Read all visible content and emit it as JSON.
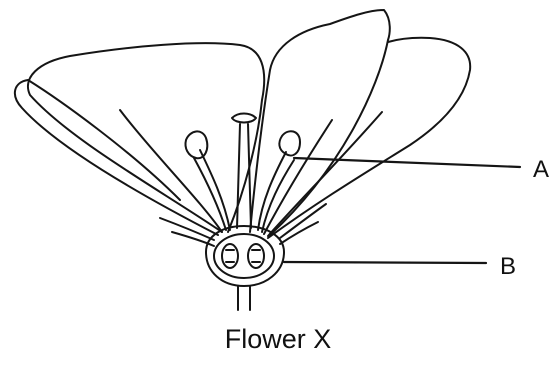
{
  "diagram": {
    "caption": "Flower X",
    "labels": {
      "a": "A",
      "b": "B"
    }
  }
}
